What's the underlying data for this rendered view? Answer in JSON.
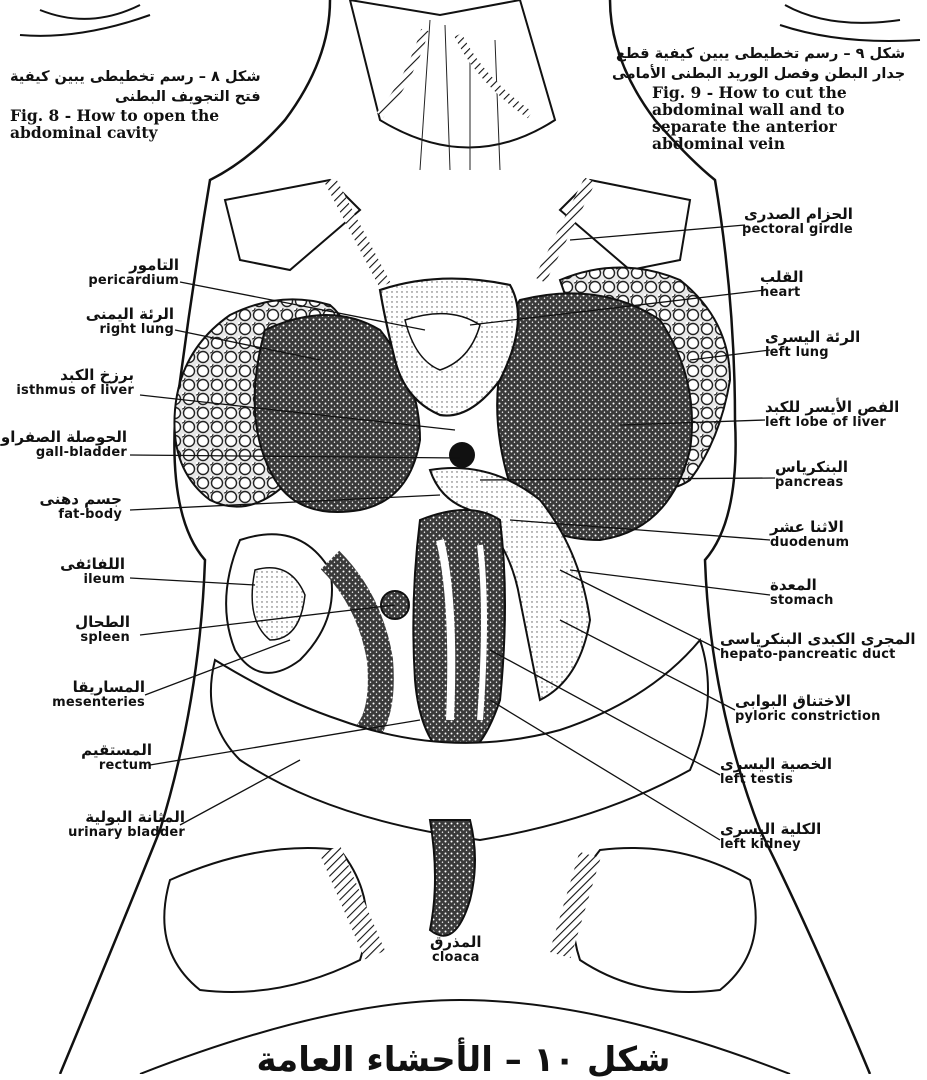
{
  "captions": {
    "fig8": {
      "arabic_line1": "شكل ٨ – رسم تخطيطى يبين كيفية",
      "arabic_line2": "فتح التجويف البطنى",
      "english_line1": "Fig. 8 - How to open the",
      "english_line2": "abdominal cavity"
    },
    "fig9": {
      "arabic_line1": "شكل ٩ – رسم تخطيطى يبين كيفية قطع",
      "arabic_line2": "جدار البطن وفصل الوريد البطنى الأمامى",
      "english_line1": "Fig. 9 - How to cut the",
      "english_line2": "abdominal wall and to",
      "english_line3": "separate the anterior",
      "english_line4": "abdominal vein"
    }
  },
  "labels_left": [
    {
      "arabic": "التامور",
      "english": "pericardium"
    },
    {
      "arabic": "الرئة اليمنى",
      "english": "right lung"
    },
    {
      "arabic": "برزخ الكبد",
      "english": "isthmus of liver"
    },
    {
      "arabic": "الحوصلة الصفراوية",
      "english": "gall-bladder"
    },
    {
      "arabic": "جسم دهنى",
      "english": "fat-body"
    },
    {
      "arabic": "اللفائفى",
      "english": "ileum"
    },
    {
      "arabic": "الطحال",
      "english": "spleen"
    },
    {
      "arabic": "المساريقا",
      "english": "mesenteries"
    },
    {
      "arabic": "المستقيم",
      "english": "rectum"
    },
    {
      "arabic": "المثانة البولية",
      "english": "urinary bladder"
    }
  ],
  "labels_right": [
    {
      "arabic": "الحزام الصدرى",
      "english": "pectoral girdle"
    },
    {
      "arabic": "القلب",
      "english": "heart"
    },
    {
      "arabic": "الرئة اليسرى",
      "english": "left lung"
    },
    {
      "arabic": "الفص الأيسر للكبد",
      "english": "left lobe of liver"
    },
    {
      "arabic": "البنكرياس",
      "english": "pancreas"
    },
    {
      "arabic": "الاثنا عشر",
      "english": "duodenum"
    },
    {
      "arabic": "المعدة",
      "english": "stomach"
    },
    {
      "arabic": "المجرى الكبدى البنكرياسى",
      "english": "hepato-pancreatic duct"
    },
    {
      "arabic": "الاختناق البوابى",
      "english": "pyloric constriction"
    },
    {
      "arabic": "الخصية اليسرى",
      "english": "left testis"
    },
    {
      "arabic": "الكلية اليسرى",
      "english": "left kidney"
    }
  ],
  "label_bottom": {
    "arabic": "المذرق",
    "english": "cloaca"
  },
  "bottom_title": "شكل ١٠ – الأحشاء العامة"
}
